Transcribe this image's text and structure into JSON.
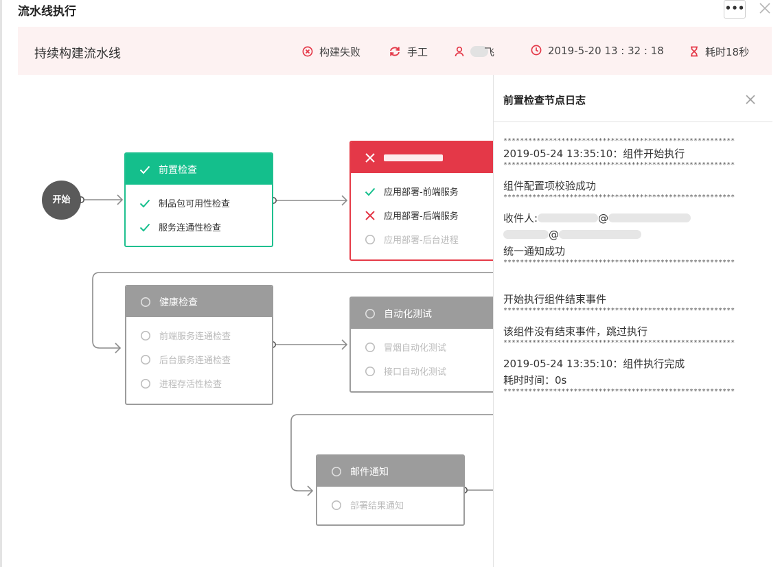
{
  "page": {
    "title": "流水线执行",
    "more_label": "•••"
  },
  "info_bar": {
    "pipeline_name": "持续构建流水线",
    "status": "构建失败",
    "trigger": "手工",
    "user": "飞",
    "time": "2019-5-20 13 : 32 : 18",
    "duration": "耗时18秒"
  },
  "flow": {
    "start_label": "开始",
    "stages": [
      {
        "name": "前置检查",
        "status": "success",
        "tasks": [
          {
            "label": "制品包可用性检查",
            "status": "success"
          },
          {
            "label": "服务连通性检查",
            "status": "success"
          }
        ]
      },
      {
        "name": "",
        "status": "failed",
        "tasks": [
          {
            "label": "应用部署-前端服务",
            "status": "success"
          },
          {
            "label": "应用部署-后端服务",
            "status": "failed"
          },
          {
            "label": "应用部署-后台进程",
            "status": "pending"
          }
        ]
      },
      {
        "name": "健康检查",
        "status": "pending",
        "tasks": [
          {
            "label": "前端服务连通检查",
            "status": "pending"
          },
          {
            "label": "后台服务连通检查",
            "status": "pending"
          },
          {
            "label": "进程存活性检查",
            "status": "pending"
          }
        ]
      },
      {
        "name": "自动化测试",
        "status": "pending",
        "tasks": [
          {
            "label": "冒烟自动化测试",
            "status": "pending"
          },
          {
            "label": "接口自动化测试",
            "status": "pending"
          }
        ]
      },
      {
        "name": "邮件通知",
        "status": "pending",
        "tasks": [
          {
            "label": "部署结果通知",
            "status": "pending"
          }
        ]
      }
    ]
  },
  "log_panel": {
    "title": "前置检查节点日志",
    "separator": "********************************************************",
    "lines": [
      "2019-05-24 13:35:10：组件开始执行",
      "组件配置项校验成功",
      "收件人:",
      "@",
      "统一通知成功",
      "开始执行组件结束事件",
      "该组件没有结束事件，跳过执行",
      "2019-05-24 13:35:10：组件执行完成",
      "耗时时间：0s"
    ]
  },
  "colors": {
    "success": "#14bf8c",
    "failed": "#e43848",
    "pending": "#9c9c9c",
    "info_bar_bg": "#fdf2f2"
  }
}
